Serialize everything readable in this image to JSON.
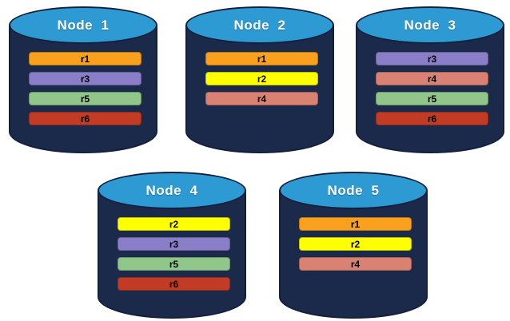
{
  "colors": {
    "background": "#FFFFFF",
    "cylinder_body": "#1B2A4A",
    "cylinder_outline": "#12203C",
    "cylinder_top": "#2E9AD3",
    "title_text": "#FFFFFF",
    "bar_text": "#000000",
    "replicas": {
      "r1": "#F9A01C",
      "r2": "#FFFF00",
      "r3": "#8B7EC8",
      "r4": "#D98173",
      "r5": "#90C689",
      "r6": "#C23B24"
    }
  },
  "nodes": [
    {
      "label": "Node  1",
      "replicas": [
        "r1",
        "r3",
        "r5",
        "r6"
      ]
    },
    {
      "label": "Node  2",
      "replicas": [
        "r1",
        "r2",
        "r4"
      ]
    },
    {
      "label": "Node  3",
      "replicas": [
        "r3",
        "r4",
        "r5",
        "r6"
      ]
    },
    {
      "label": "Node  4",
      "replicas": [
        "r2",
        "r3",
        "r5",
        "r6"
      ]
    },
    {
      "label": "Node  5",
      "replicas": [
        "r1",
        "r2",
        "r4"
      ]
    }
  ]
}
